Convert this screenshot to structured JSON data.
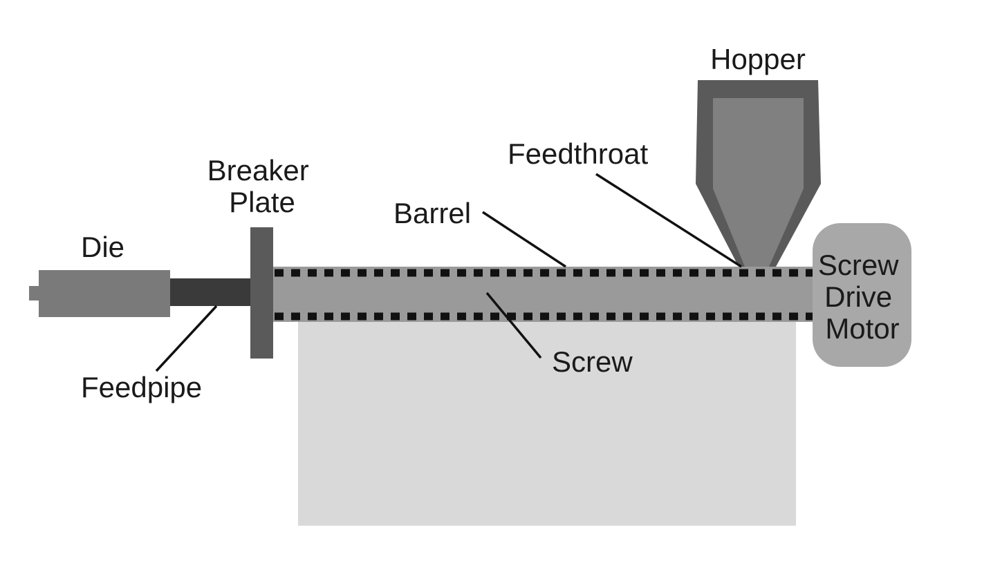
{
  "labels": {
    "die": "Die",
    "breaker_plate_line1": "Breaker",
    "breaker_plate_line2": "Plate",
    "barrel": "Barrel",
    "feedthroat": "Feedthroat",
    "hopper": "Hopper",
    "motor_line1": "Screw",
    "motor_line2": "Drive",
    "motor_line3": "Motor",
    "screw": "Screw",
    "feedpipe": "Feedpipe"
  }
}
